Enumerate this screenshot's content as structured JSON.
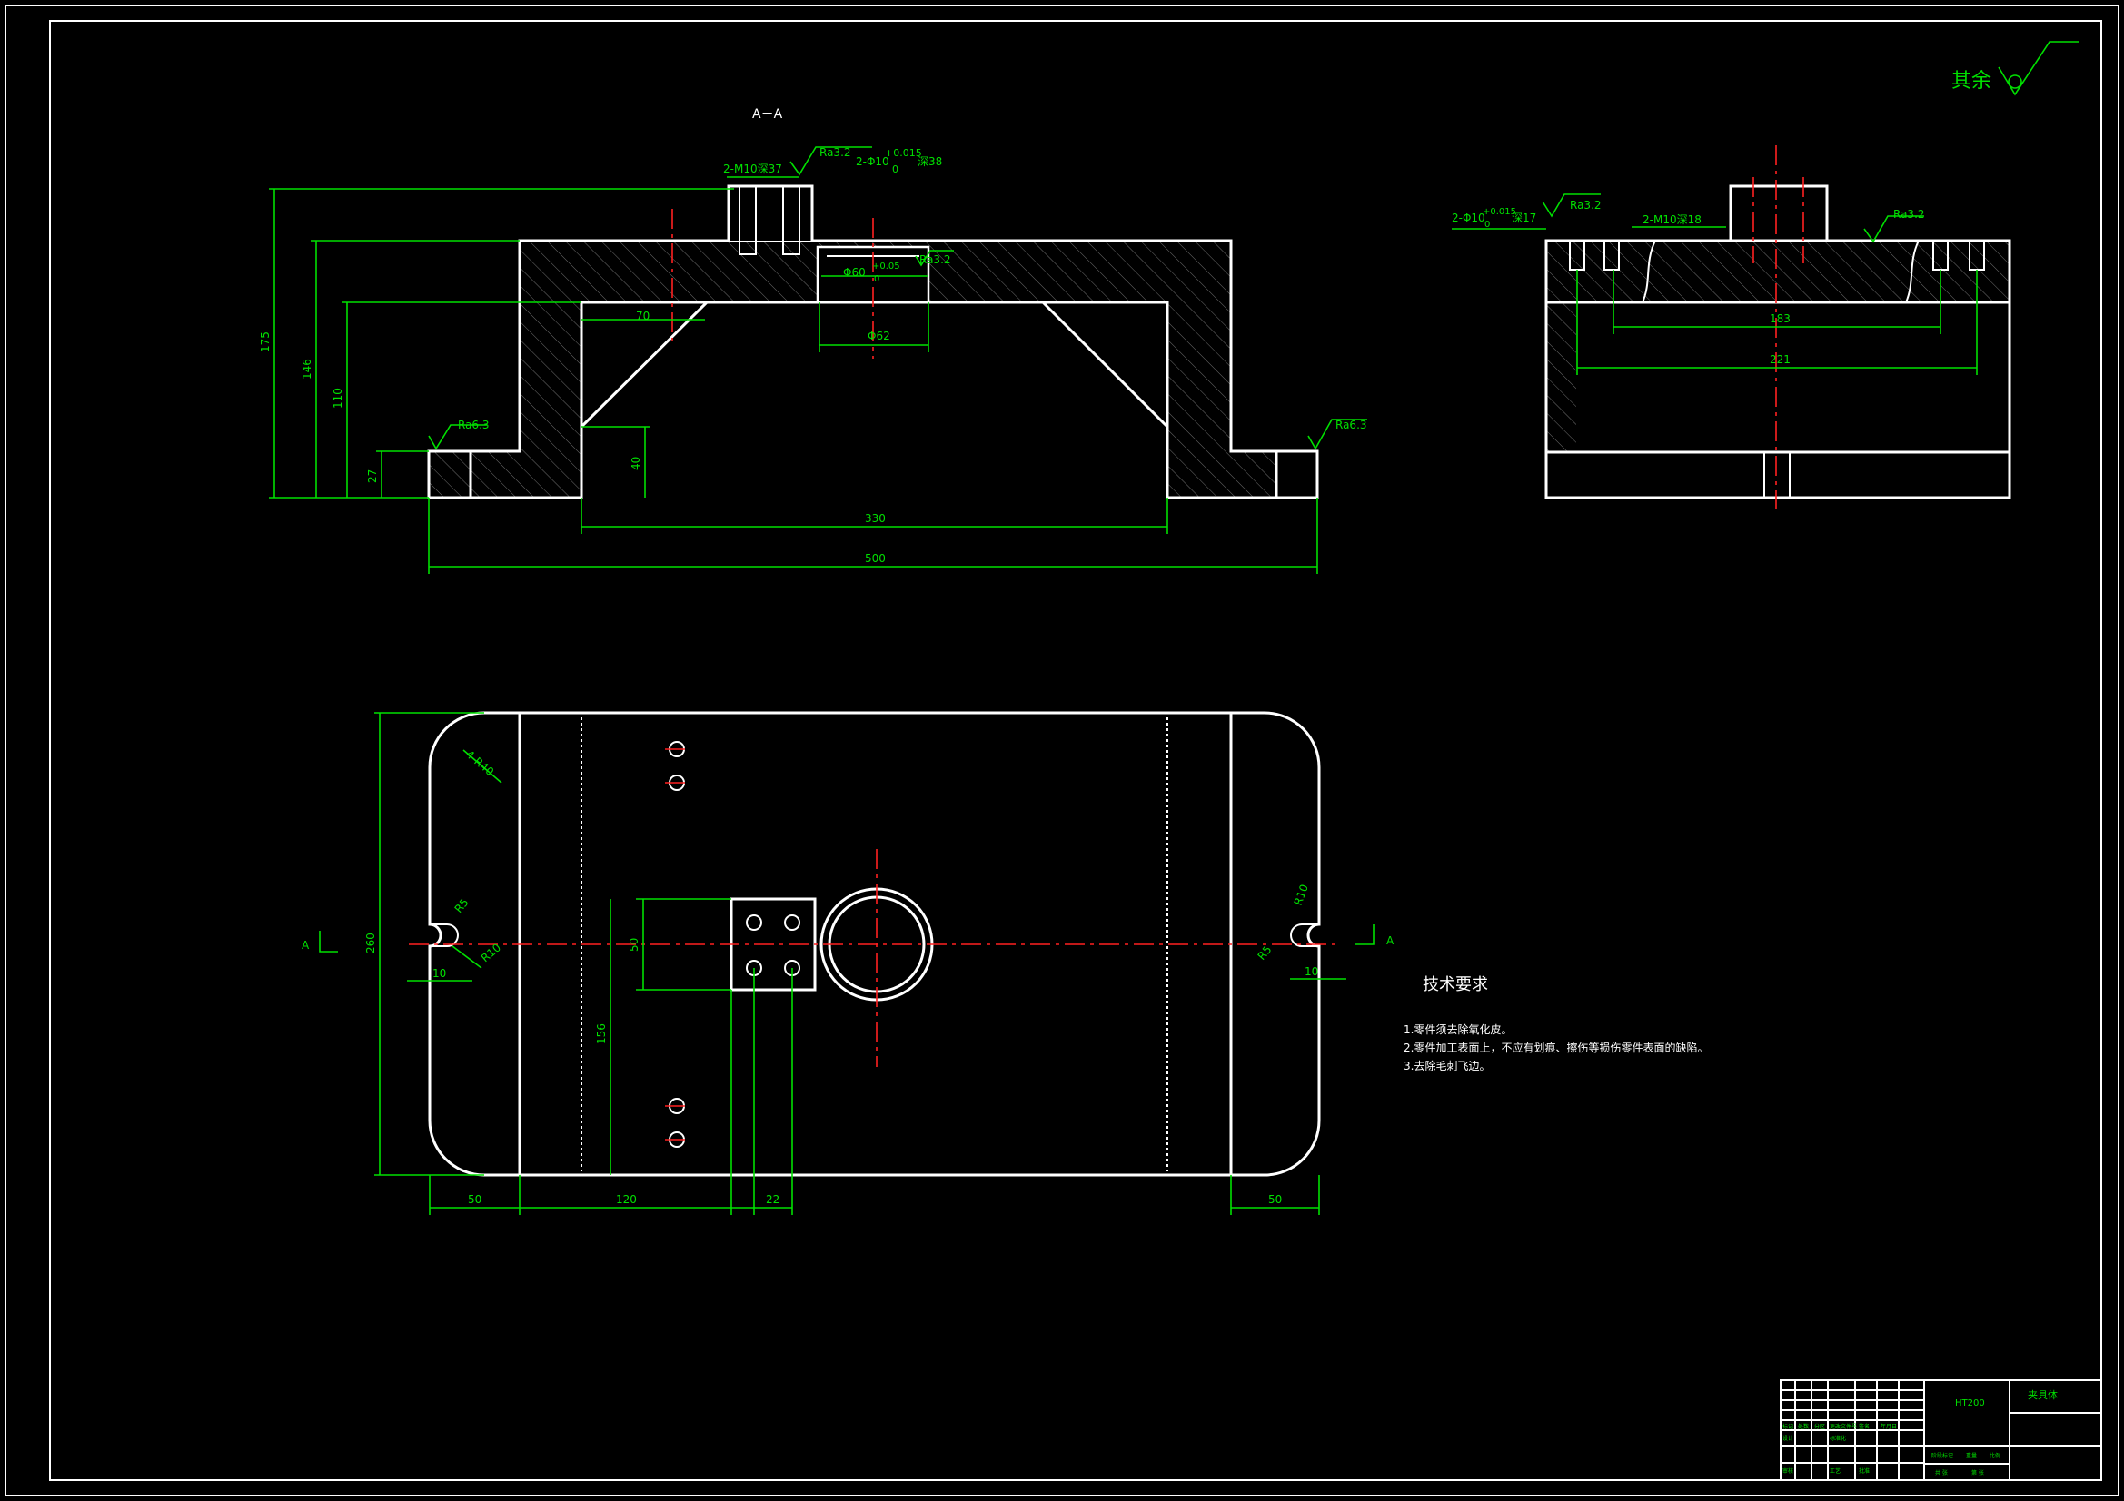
{
  "view_titles": {
    "section": "A－A"
  },
  "surface": {
    "rest_label": "其余"
  },
  "section_view": {
    "hole_callouts": {
      "tapped": "2-M10深37",
      "pin": "2-Φ10",
      "pin_tol_upper": "+0.015",
      "pin_tol_lower": "0",
      "pin_depth": "深38"
    },
    "roughness": {
      "top": "Ra3.2",
      "bore": "Ra3.2",
      "left": "Ra6.3",
      "right": "Ra6.3"
    },
    "bore": {
      "dia_inner": "Φ60",
      "tol_upper": "+0.05",
      "tol_lower": "0",
      "dia_outer": "Φ62"
    },
    "dims": {
      "h_total": "175",
      "h_146": "146",
      "h_110": "110",
      "h_27": "27",
      "w_70": "70",
      "h_40": "40",
      "w_330": "330",
      "w_500": "500"
    }
  },
  "side_view": {
    "pin_callout": "2-Φ10",
    "pin_tol_upper": "+0.015",
    "pin_tol_lower": "0",
    "pin_depth": "深17",
    "roughness_left": "Ra3.2",
    "tapped": "2-M10深18",
    "roughness_right": "Ra3.2",
    "dims": {
      "d_183": "183",
      "d_221": "221"
    }
  },
  "plan_view": {
    "dims": {
      "corner_r": "4-R40",
      "left_r5": "R5",
      "left_r10": "R10",
      "left_10": "10",
      "h_260": "260",
      "h_50": "50",
      "h_156": "156",
      "w_50_left": "50",
      "w_120": "120",
      "w_22": "22",
      "w_50_right": "50",
      "right_r10": "R10",
      "right_r5": "R5",
      "right_10": "10"
    },
    "section_mark": "A"
  },
  "tech_req": {
    "title": "技术要求",
    "items": [
      "1.零件须去除氧化皮。",
      "2.零件加工表面上，不应有划痕、擦伤等损伤零件表面的缺陷。",
      "3.去除毛刺飞边。"
    ]
  },
  "title_block": {
    "material": "HT200",
    "part_name": "夹具体",
    "headers": [
      "标记",
      "处数",
      "分区",
      "更改文件号",
      "签名",
      "年月日"
    ],
    "roles": [
      "设计",
      "标准化",
      "审核",
      "工艺",
      "批准"
    ],
    "stage_labels": [
      "阶段标记",
      "重量",
      "比例"
    ],
    "sheet_labels": [
      "共 张",
      "第 张"
    ]
  }
}
